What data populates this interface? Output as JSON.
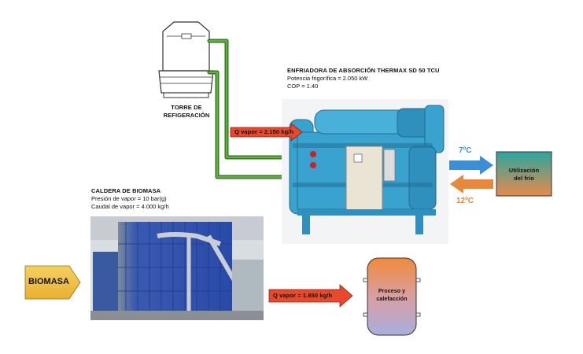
{
  "tower": {
    "label_line1": "TORRE DE",
    "label_line2": "REFIGERACIÓN"
  },
  "chiller": {
    "title": "ENFRIADORA DE ABSORCIÓN THERMAX SD 50 TCU",
    "capacity": "Potencia frigorífica = 2.050 kW",
    "cop": "COP = 1.40"
  },
  "boiler": {
    "title": "CALDERA DE BIOMASA",
    "pressure": "Presión de vapor = 10 bar(g)",
    "flow": "Caudal de vapor = 4.000 kg/h"
  },
  "steam_to_chiller": {
    "label": "Q vapor = 2.150 kg/h"
  },
  "steam_to_process": {
    "label": "Q vapor =  1.850 kg/h"
  },
  "biomass": {
    "label": "BIOMASA"
  },
  "cold_use": {
    "label_line1": "Utilización",
    "label_line2": "del frío",
    "supply_temp": "7ºC",
    "return_temp": "12ºC"
  },
  "process": {
    "label_line1": "Proceso y",
    "label_line2": "calefacción"
  },
  "colors": {
    "steam_arrow": "#e8492a",
    "biomass_arrow": "#f0c040",
    "cold_arrow": "#3a8fd8",
    "warm_arrow": "#e8883a",
    "pipe_green": "#3e8e2a",
    "chiller_blue": "#3aa2cf"
  }
}
